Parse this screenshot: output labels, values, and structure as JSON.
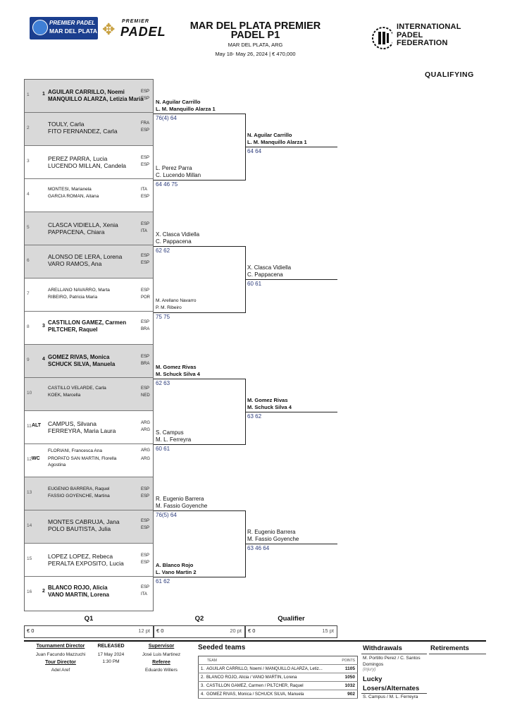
{
  "header": {
    "sponsor_line1": "PREMIER PADEL",
    "sponsor_line2": "MAR DEL PLATA P1",
    "premier_small": "PREMIER",
    "premier_big": "PADEL",
    "title": "MAR DEL PLATA PREMIER PADEL P1",
    "location": "MAR DEL PLATA, ARG",
    "dates": "May 18- May 26, 2024 | € 470,000",
    "federation_line1": "INTERNATIONAL",
    "federation_line2": "PADEL",
    "federation_line3": "FEDERATION",
    "section": "QUALIFYING"
  },
  "draw": [
    {
      "num": "1",
      "seed": "1",
      "p1": "AGUILAR CARRILLO, Noemi",
      "c1": "ESP",
      "p2": "MANQUILLO ALARZA, Letizia Maria",
      "c2": "ESP"
    },
    {
      "num": "2",
      "seed": "",
      "p1": "TOULY, Carla",
      "c1": "FRA",
      "p2": "FITO FERNANDEZ, Carla",
      "c2": "ESP"
    },
    {
      "num": "3",
      "seed": "",
      "p1": "PEREZ PARRA, Lucia",
      "c1": "ESP",
      "p2": "LUCENDO MILLAN, Candela",
      "c2": "ESP"
    },
    {
      "num": "4",
      "seed": "",
      "p1": "MONTESI, Marianela",
      "c1": "ITA",
      "p2": "GARCIA ROMAN, Aitana",
      "c2": "ESP"
    },
    {
      "num": "5",
      "seed": "",
      "p1": "CLASCA VIDIELLA, Xenia",
      "c1": "ESP",
      "p2": "PAPPACENA, Chiara",
      "c2": "ITA"
    },
    {
      "num": "6",
      "seed": "",
      "p1": "ALONSO DE LERA, Lorena",
      "c1": "ESP",
      "p2": "VARO RAMOS, Ana",
      "c2": "ESP"
    },
    {
      "num": "7",
      "seed": "",
      "p1": "ARELLANO NAVARRO, Marta",
      "c1": "ESP",
      "p2": "RIBEIRO, Patricia Maria",
      "c2": "POR"
    },
    {
      "num": "8",
      "seed": "3",
      "p1": "CASTILLON GAMEZ, Carmen",
      "c1": "ESP",
      "p2": "PILTCHER, Raquel",
      "c2": "BRA"
    },
    {
      "num": "9",
      "seed": "4",
      "p1": "GOMEZ RIVAS, Monica",
      "c1": "ESP",
      "p2": "SCHUCK SILVA, Manuela",
      "c2": "BRA"
    },
    {
      "num": "10",
      "seed": "",
      "p1": "CASTILLO VELARDE, Carla",
      "c1": "ESP",
      "p2": "KOEK, Marcella",
      "c2": "NED"
    },
    {
      "num": "11",
      "seed": "ALT",
      "p1": "CAMPUS, Silvana",
      "c1": "ARG",
      "p2": "FERREYRA, Maria Laura",
      "c2": "ARG"
    },
    {
      "num": "12",
      "seed": "WC",
      "p1": "FLORIANI, Francesca Ana",
      "c1": "ARG",
      "p2": "PROPATO SAN MARTIN, Florella Agostina",
      "c2": "ARG"
    },
    {
      "num": "13",
      "seed": "",
      "p1": "EUGENIO BARRERA, Raquel",
      "c1": "ESP",
      "p2": "FASSIO GOYENCHE, Martina",
      "c2": "ESP"
    },
    {
      "num": "14",
      "seed": "",
      "p1": "MONTES CABRUJA, Jana",
      "c1": "ESP",
      "p2": "POLO BAUTISTA, Julia",
      "c2": "ESP"
    },
    {
      "num": "15",
      "seed": "",
      "p1": "LOPEZ LOPEZ, Rebeca",
      "c1": "ESP",
      "p2": "PERALTA EXPOSITO, Lucia",
      "c2": "ESP"
    },
    {
      "num": "16",
      "seed": "2",
      "p1": "BLANCO ROJO, Alicia",
      "c1": "ESP",
      "p2": "VANO MARTIN, Lorena",
      "c2": "ITA"
    }
  ],
  "round1": [
    {
      "l1": "N. Aguilar Carrillo",
      "l2": "L. M. Manquillo Alarza  1",
      "score": "76(4) 64"
    },
    {
      "l1": "L. Perez Parra",
      "l2": "C. Lucendo Millan",
      "score": "64 46 75"
    },
    {
      "l1": "X. Clasca Vidiella",
      "l2": "C. Pappacena",
      "score": "62 62"
    },
    {
      "l1": "M. Arellano Navarro",
      "l2": "P. M. Ribeiro",
      "score": "75 75"
    },
    {
      "l1": "M. Gomez Rivas",
      "l2": "M. Schuck Silva  4",
      "score": "62 63"
    },
    {
      "l1": "S. Campus",
      "l2": "M. L. Ferreyra",
      "score": "60 61"
    },
    {
      "l1": "R. Eugenio Barrera",
      "l2": "M. Fassio Goyenche",
      "score": "76(5) 64"
    },
    {
      "l1": "A. Blanco Rojo",
      "l2": "L. Vano Martin  2",
      "score": "61 62"
    }
  ],
  "round2": [
    {
      "l1": "N. Aguilar Carrillo",
      "l2": "L. M. Manquillo Alarza  1",
      "score": "64 64"
    },
    {
      "l1": "X. Clasca Vidiella",
      "l2": "C. Pappacena",
      "score": "60 61"
    },
    {
      "l1": "M. Gomez Rivas",
      "l2": "M. Schuck Silva  4",
      "score": "63 62"
    },
    {
      "l1": "R. Eugenio Barrera",
      "l2": "M. Fassio Goyenche",
      "score": "63 46 64"
    }
  ],
  "footer_rounds": [
    {
      "label": "Q1",
      "money": "€ 0",
      "points": "12 pt"
    },
    {
      "label": "Q2",
      "money": "€ 0",
      "points": "20 pt"
    },
    {
      "label": "Qualifier",
      "money": "€ 0",
      "points": "15 pt"
    }
  ],
  "officials": {
    "td_label": "Tournament Director",
    "td_name": "Juan Facundo Mazzuchi",
    "released_label": "RELEASED",
    "released_date": "17 May 2024",
    "released_time": "1:30 PM",
    "supervisor_label": "Supervisor",
    "supervisor_name": "José Luis Martinez",
    "tour_label": "Tour Director",
    "tour_name": "Adel Aref",
    "referee_label": "Referee",
    "referee_name": "Eduardo Willers"
  },
  "seeded": {
    "title": "Seeded teams",
    "col_team": "TEAM",
    "col_points": "POINTS",
    "rows": [
      {
        "n": "1.",
        "team": "AGUILAR CARRILLO, Noemi / MANQUILLO ALARZA, Letiz...",
        "pts": "1105"
      },
      {
        "n": "2.",
        "team": "BLANCO ROJO, Alicia / VANO MARTIN, Lorena",
        "pts": "1050"
      },
      {
        "n": "3.",
        "team": "CASTILLON GAMEZ, Carmen / PILTCHER, Raquel",
        "pts": "1032"
      },
      {
        "n": "4.",
        "team": "GOMEZ RIVAS, Monica / SCHUCK SILVA, Manuela",
        "pts": "902"
      }
    ]
  },
  "withdrawals": {
    "title": "Withdrawals",
    "l1": "M. Portillo Perez / C. Santos",
    "l2": "Domingos",
    "note": "(injury)"
  },
  "retirements": {
    "title": "Retirements"
  },
  "lucky": {
    "title1": "Lucky",
    "title2": "Losers/Alternates",
    "entry": "S. Campus / M. L. Ferreyra"
  }
}
